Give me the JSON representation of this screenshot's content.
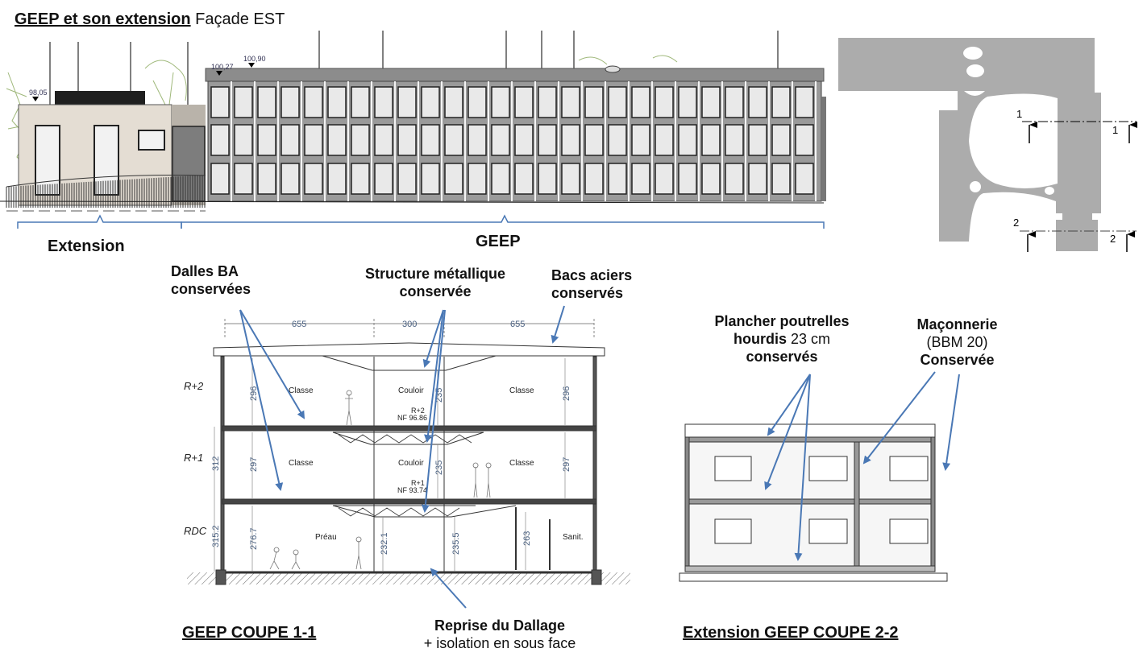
{
  "header": {
    "title_bold": "GEEP et son extension",
    "title_rest": " Façade EST"
  },
  "facade": {
    "levels": [
      "98,05",
      "100,27",
      "100,90"
    ],
    "extension_label": "Extension",
    "geep_label": "GEEP"
  },
  "plan": {
    "section_marks": [
      "1",
      "1",
      "2",
      "2"
    ]
  },
  "section_1": {
    "title": "GEEP COUPE 1-1",
    "spans": [
      "655",
      "300",
      "655"
    ],
    "levels": [
      "R+2",
      "R+1",
      "RDC"
    ],
    "rooms": [
      "Classe",
      "Couloir",
      "Classe",
      "Classe",
      "Couloir",
      "Classe",
      "Préau",
      "Sanit."
    ],
    "floor_marks": [
      {
        "level": "R+2",
        "nf": "NF 96.86"
      },
      {
        "level": "R+1",
        "nf": "NF 93.74"
      }
    ],
    "heights": [
      "296",
      "235",
      "296",
      "312",
      "297",
      "235",
      "297",
      "315.2",
      "276.7",
      "232.1",
      "235.5",
      "263"
    ]
  },
  "section_2": {
    "title": "Extension GEEP COUPE 2-2"
  },
  "annotations": {
    "dalles": [
      "Dalles BA",
      "conservées"
    ],
    "structure": [
      "Structure métallique",
      "conservée"
    ],
    "bacs": [
      "Bacs aciers",
      "conservés"
    ],
    "plancher": [
      "Plancher poutrelles",
      "hourdis",
      " 23 cm",
      "conservés"
    ],
    "maconnerie": [
      "Maçonnerie",
      "(BBM 20)",
      "Conservée"
    ],
    "reprise": [
      "Reprise du Dallage",
      "+ isolation en sous face"
    ]
  },
  "colors": {
    "arrow": "#4a78b5",
    "plan_gray": "#acacac",
    "facade_gray": "#8c8c8c",
    "extension_beige": "#e4ddd3"
  }
}
